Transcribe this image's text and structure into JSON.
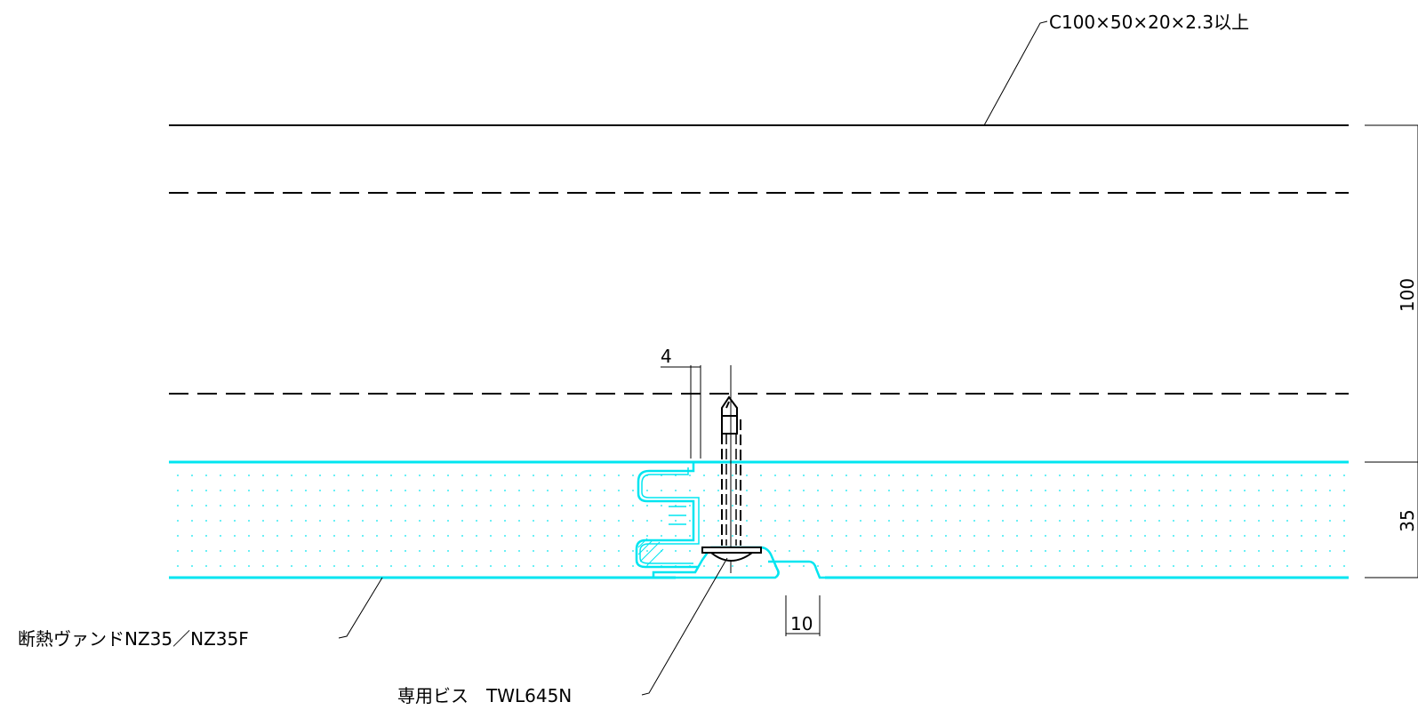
{
  "labels": {
    "channel_spec": "C100×50×20×2.3以上",
    "panel_spec": "断熱ヴァンドNZ35／NZ35F",
    "screw_spec": "専用ビス　TWL645N"
  },
  "dimensions": {
    "gap": "4",
    "purlin_depth": "100",
    "panel_thickness": "35",
    "joint_offset": "10"
  },
  "colors": {
    "line": "#000000",
    "panel": "#00e5f0"
  }
}
